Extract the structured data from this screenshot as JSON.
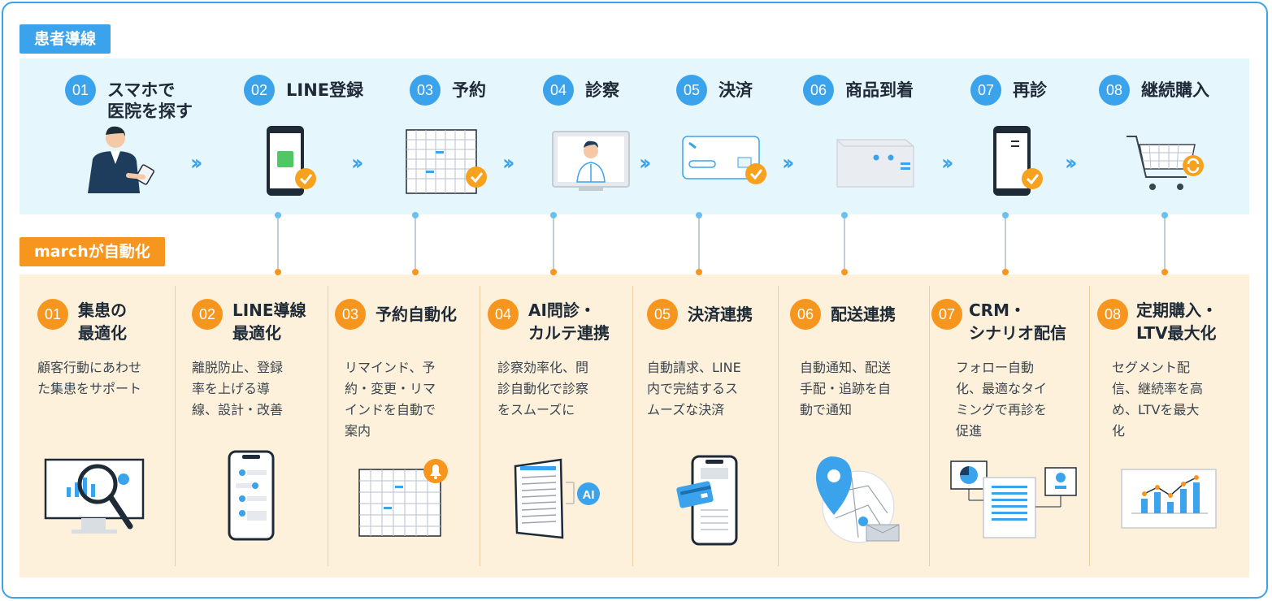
{
  "patient_flow_tag": "患者導線",
  "automation_tag": "marchが自動化",
  "patient_steps": [
    {
      "num": "01",
      "label_line1": "スマホで",
      "label_line2": "医院を探す"
    },
    {
      "num": "02",
      "label_line1": "LINE登録",
      "label_line2": ""
    },
    {
      "num": "03",
      "label_line1": "予約",
      "label_line2": ""
    },
    {
      "num": "04",
      "label_line1": "診察",
      "label_line2": ""
    },
    {
      "num": "05",
      "label_line1": "決済",
      "label_line2": ""
    },
    {
      "num": "06",
      "label_line1": "商品到着",
      "label_line2": ""
    },
    {
      "num": "07",
      "label_line1": "再診",
      "label_line2": ""
    },
    {
      "num": "08",
      "label_line1": "継続購入",
      "label_line2": ""
    }
  ],
  "automation_steps": [
    {
      "num": "01",
      "title_line1": "集患の",
      "title_line2": "最適化",
      "desc": [
        "顧客行動にあわせ",
        "た集患をサポート"
      ]
    },
    {
      "num": "02",
      "title_line1": "LINE導線",
      "title_line2": "最適化",
      "desc": [
        "離脱防止、登録",
        "率を上げる導",
        "線、設計・改善"
      ]
    },
    {
      "num": "03",
      "title_line1": "予約自動化",
      "title_line2": "",
      "desc": [
        "リマインド、予",
        "約・変更・リマ",
        "インドを自動で",
        "案内"
      ]
    },
    {
      "num": "04",
      "title_line1": "AI問診・",
      "title_line2": "カルテ連携",
      "desc": [
        "診察効率化、問",
        "診自動化で診察",
        "をスムーズに"
      ]
    },
    {
      "num": "05",
      "title_line1": "決済連携",
      "title_line2": "",
      "desc": [
        "自動請求、LINE",
        "内で完結するス",
        "ムーズな決済"
      ]
    },
    {
      "num": "06",
      "title_line1": "配送連携",
      "title_line2": "",
      "desc": [
        "自動通知、配送",
        "手配・追跡を自",
        "動で通知"
      ]
    },
    {
      "num": "07",
      "title_line1": "CRM・",
      "title_line2": "シナリオ配信",
      "desc": [
        "フォロー自動",
        "化、最適なタイ",
        "ミングで再診を",
        "促進"
      ]
    },
    {
      "num": "08",
      "title_line1": "定期購入・",
      "title_line2": "LTV最大化",
      "desc": [
        "セグメント配",
        "信、継続率を高",
        "め、LTVを最大",
        "化"
      ]
    }
  ],
  "ai_badge": "AI",
  "colors": {
    "blue": "#3aa3ec",
    "orange": "#f7961e",
    "light_blue_band": "#e6f6fd",
    "light_orange_band": "#fdf1dc"
  }
}
